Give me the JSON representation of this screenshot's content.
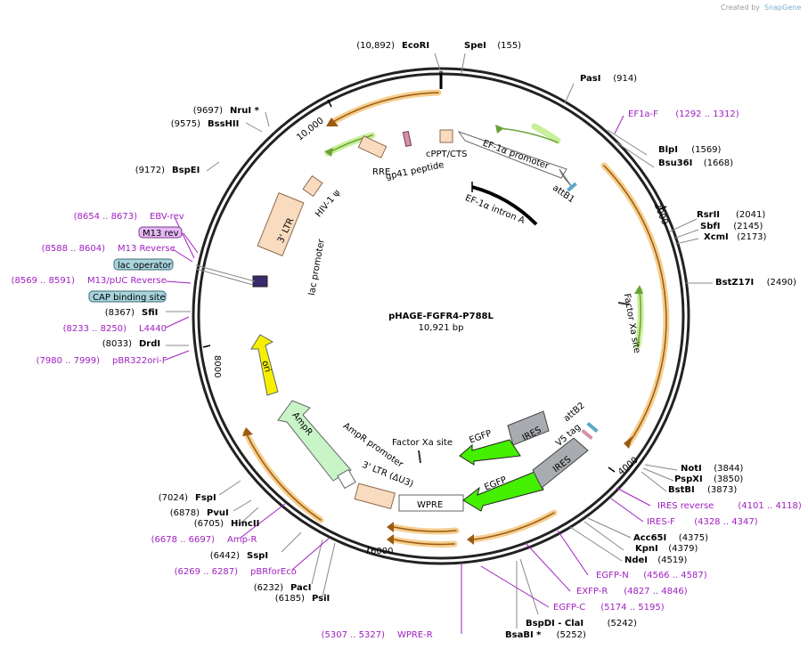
{
  "credit": {
    "created_by": "Created by",
    "brand": "SnapGene"
  },
  "plasmid": {
    "name": "pHAGE-FGFR4-P788L",
    "length": "10,921 bp"
  },
  "ruler_ticks": [
    "10,000",
    "2000",
    "4000",
    "6000",
    "8000"
  ],
  "enzymes": [
    {
      "name": "EcoRI",
      "pos": "(10,892)"
    },
    {
      "name": "SpeI",
      "pos": "(155)"
    },
    {
      "name": "PasI",
      "pos": "(914)"
    },
    {
      "name": "BlpI",
      "pos": "(1569)"
    },
    {
      "name": "Bsu36I",
      "pos": "(1668)"
    },
    {
      "name": "RsrII",
      "pos": "(2041)"
    },
    {
      "name": "SbfI",
      "pos": "(2145)"
    },
    {
      "name": "XcmI",
      "pos": "(2173)"
    },
    {
      "name": "BstZ17I",
      "pos": "(2490)"
    },
    {
      "name": "NotI",
      "pos": "(3844)"
    },
    {
      "name": "PspXI",
      "pos": "(3850)"
    },
    {
      "name": "BstBI",
      "pos": "(3873)"
    },
    {
      "name": "Acc65I",
      "pos": "(4375)"
    },
    {
      "name": "KpnI",
      "pos": "(4379)"
    },
    {
      "name": "NdeI",
      "pos": "(4519)"
    },
    {
      "name": "BspDI - ClaI",
      "pos": "(5242)"
    },
    {
      "name": "BsaBI *",
      "pos": "(5252)"
    },
    {
      "name": "PsiI",
      "pos": "(6185)"
    },
    {
      "name": "PacI",
      "pos": "(6232)"
    },
    {
      "name": "SspI",
      "pos": "(6442)"
    },
    {
      "name": "HincII",
      "pos": "(6705)"
    },
    {
      "name": "PvuI",
      "pos": "(6878)"
    },
    {
      "name": "FspI",
      "pos": "(7024)"
    },
    {
      "name": "DrdI",
      "pos": "(8033)"
    },
    {
      "name": "SfiI",
      "pos": "(8367)"
    },
    {
      "name": "BspEI",
      "pos": "(9172)"
    },
    {
      "name": "BssHII",
      "pos": "(9575)"
    },
    {
      "name": "NruI *",
      "pos": "(9697)"
    }
  ],
  "primers": [
    {
      "name": "EF1a-F",
      "range": "(1292 .. 1312)"
    },
    {
      "name": "IRES reverse",
      "range": "(4101 .. 4118)"
    },
    {
      "name": "IRES-F",
      "range": "(4328 .. 4347)"
    },
    {
      "name": "EGFP-N",
      "range": "(4566 .. 4587)"
    },
    {
      "name": "EXFP-R",
      "range": "(4827 .. 4846)"
    },
    {
      "name": "EGFP-C",
      "range": "(5174 .. 5195)"
    },
    {
      "name": "WPRE-R",
      "range": "(5307 .. 5327)"
    },
    {
      "name": "pBRforEco",
      "range": "(6269 .. 6287)"
    },
    {
      "name": "Amp-R",
      "range": "(6678 .. 6697)"
    },
    {
      "name": "pBR322ori-F",
      "range": "(7980 .. 7999)"
    },
    {
      "name": "L4440",
      "range": "(8233 .. 8250)"
    },
    {
      "name": "M13/pUC Reverse",
      "range": "(8569 .. 8591)"
    },
    {
      "name": "M13 Reverse",
      "range": "(8588 .. 8604)"
    },
    {
      "name": "EBV-rev",
      "range": "(8654 .. 8673)"
    }
  ],
  "boxed_labels": {
    "m13_rev": "M13 rev",
    "lac_operator": "lac operator",
    "cap_site": "CAP binding site"
  },
  "features": {
    "ef1a_promoter": "EF-1α promoter",
    "ef1a_intron": "EF-1α intron A",
    "attb1": "attB1",
    "cppt": "cPPT/CTS",
    "gp41": "gp41 peptide",
    "rre": "RRE",
    "hiv_psi": "HIV-1 ψ",
    "ltr5": "3' LTR",
    "lac_promoter": "lac promoter",
    "ori": "ori",
    "ampr": "AmpR",
    "ampr_promoter": "AmpR promoter",
    "ltr3": "3' LTR (ΔU3)",
    "wpre": "WPRE",
    "egfp_inner": "EGFP",
    "egfp_outer": "EGFP",
    "ires_inner": "IRES",
    "ires_outer": "IRES",
    "factor_xa_center": "Factor Xa site",
    "factor_xa_right": "Factor Xa site",
    "attb2": "attB2",
    "v5tag": "V5 tag"
  }
}
